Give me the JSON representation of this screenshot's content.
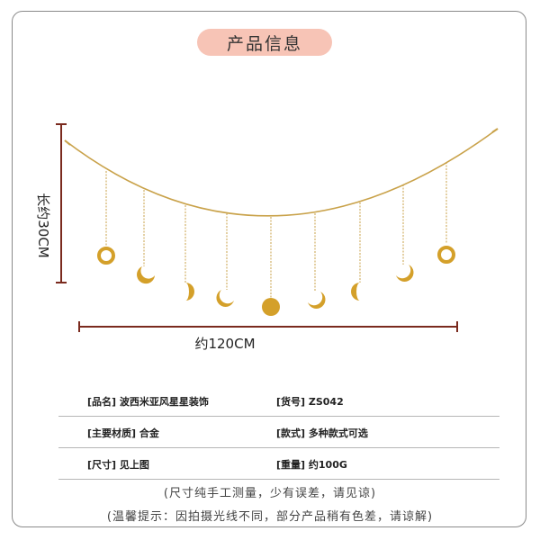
{
  "title": "产品信息",
  "dimensions": {
    "height_label": "长约30CM",
    "width_label": "约120CM"
  },
  "specs": {
    "row1": {
      "left": "[品名] 波西米亚风星星装饰",
      "right": "[货号] ZS042"
    },
    "row2": {
      "left": "[主要材质]  合金",
      "right": "[款式] 多种款式可选"
    },
    "row3": {
      "left": "[尺寸] 见上图",
      "right": "[重量]  约100G"
    }
  },
  "notes": {
    "line1": "(尺寸纯手工测量，少有误差，请见谅)",
    "line2": "(温馨提示：因拍摄光线不同，部分产品稍有色差，请谅解)"
  },
  "colors": {
    "gold": "#d4a02a",
    "chain": "#c9a24a",
    "dimension": "#7a2a1e",
    "title_pill": "#f7c4b6"
  },
  "product_image": {
    "subject": "gold moon phase garland",
    "pendants": [
      "ring",
      "crescent",
      "half-moon",
      "crescent",
      "full-moon",
      "crescent",
      "half-moon",
      "crescent",
      "ring"
    ]
  }
}
